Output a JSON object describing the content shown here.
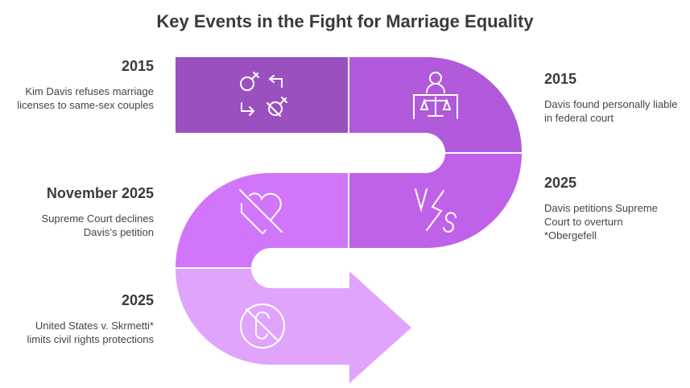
{
  "title": "Key Events in the Fight for Marriage Equality",
  "events": [
    {
      "year": "2015",
      "text": "Kim Davis refuses marriage licenses to same-sex couples",
      "icon": "gender-swap-icon",
      "color": "#9b50c0"
    },
    {
      "year": "2015",
      "text": "Davis found personally liable in federal court",
      "icon": "judge-scales-icon",
      "color": "#b059da"
    },
    {
      "year": "2025",
      "text": "Davis petitions Supreme Court to overturn *Obergefell",
      "icon": "versus-icon",
      "color": "#c062e9"
    },
    {
      "year": "November 2025",
      "text": "Supreme Court declines Davis’s petition",
      "icon": "broken-heart-slash-icon",
      "color": "#d175fa"
    },
    {
      "year": "2025",
      "text": "United States v. Skrmetti* limits civil rights protections",
      "icon": "no-rights-icon",
      "color": "#e0a4fc"
    }
  ]
}
